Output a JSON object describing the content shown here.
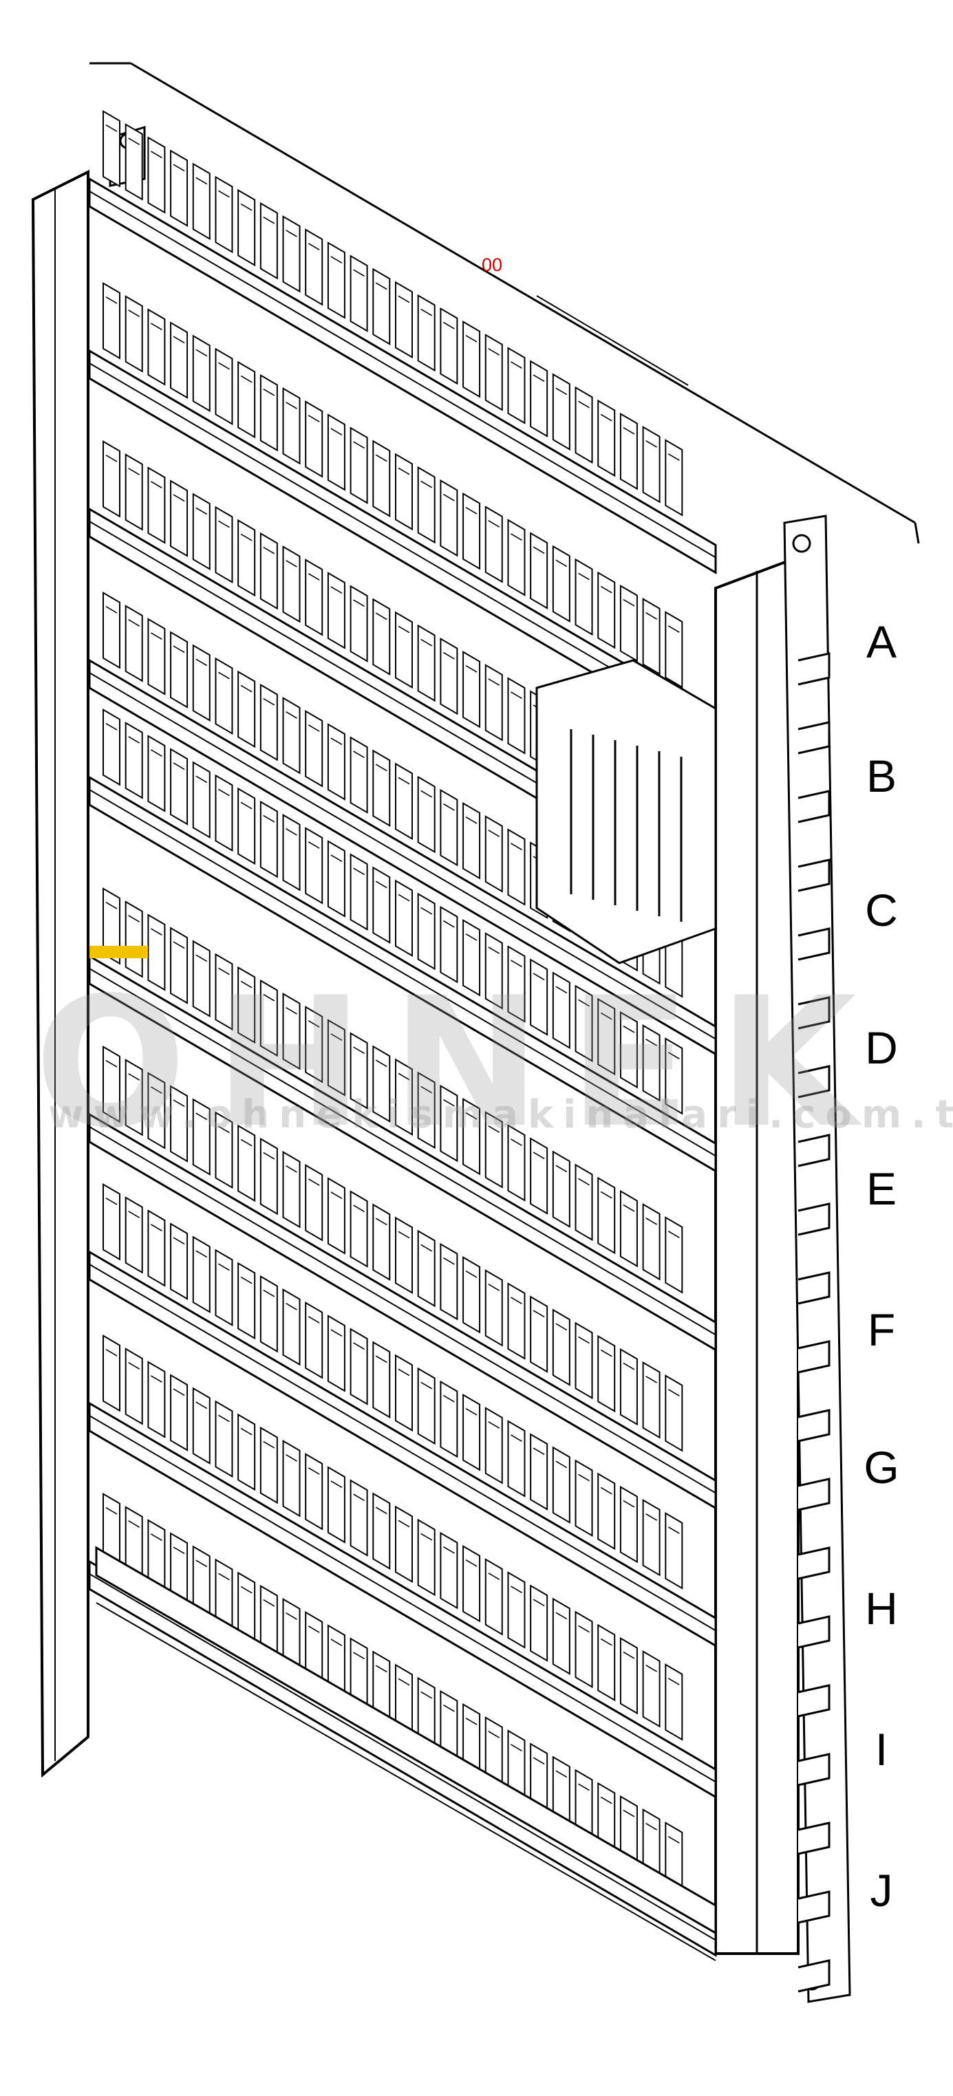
{
  "reference_number": "00",
  "row_labels": [
    "A",
    "B",
    "C",
    "D",
    "E",
    "F",
    "G",
    "H",
    "I",
    "J"
  ],
  "watermark": {
    "brand": "OHNEK",
    "url": "www.ohnekismakinalari.com.tr"
  },
  "colors": {
    "line": "#000000",
    "reference_number": "#d40000",
    "watermark": "#9a9a9a",
    "accent_marker": "#f2c200"
  }
}
